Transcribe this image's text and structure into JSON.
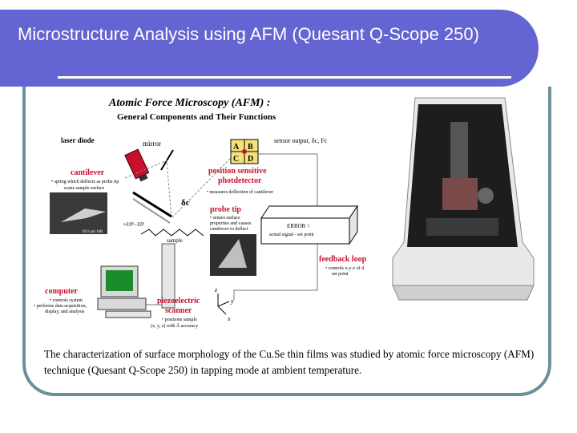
{
  "slide": {
    "title": "Microstructure Analysis using AFM (Quesant Q-Scope 250)",
    "caption": "The characterization of surface morphology of the Cu.Se thin films was studied by atomic force microscopy (AFM) technique (Quesant Q-Scope 250) in tapping mode at ambient temperature."
  },
  "diagram": {
    "heading": "Atomic Force Microscopy (AFM) :",
    "subheading": "General Components and Their Functions",
    "laser": "laser diode",
    "mirror": "mirror",
    "quadrants": [
      "A",
      "B",
      "C",
      "D"
    ],
    "sensor_output": "sensor output, δc, Fc",
    "psd_line1": "position sensitive",
    "psd_line2": "photdetector",
    "psd_note": "• measures deflection of cantilever",
    "cantilever": "cantilever",
    "cantilever_note1": "• spring which deflects as probe tip",
    "cantilever_note2": "scans sample surface",
    "delta_c": "δc",
    "scale_label": "≈10⁶–10⁵",
    "probe_tip": "probe tip",
    "probe_note1": "• senses surface",
    "probe_note2": "properties and causes",
    "probe_note3": "cantilever to deflect",
    "error_box1": "ERROR =",
    "error_box2": "actual signal - set point",
    "sample": "sample",
    "sem_label": "10.0 µm  10K",
    "feedback": "feedback loop",
    "feedback_note1": "• controls x-y-z of d",
    "feedback_note2": "set point",
    "computer": "computer",
    "computer_note1": "• controls system",
    "computer_note2": "• performs data acquisition,",
    "computer_note3": "display, and analysis",
    "piezo1": "piezoelectric",
    "piezo2": "scanner",
    "piezo_note1": "• positions sample",
    "piezo_note2": "(x, y, z) with Å accuracy",
    "axis_z": "z",
    "axis_y": "y",
    "axis_x": "x"
  },
  "colors": {
    "banner": "#6464d2",
    "frame": "#6e8f9a",
    "label_red": "#c8102e",
    "psd_yellow": "#f6e27a"
  }
}
